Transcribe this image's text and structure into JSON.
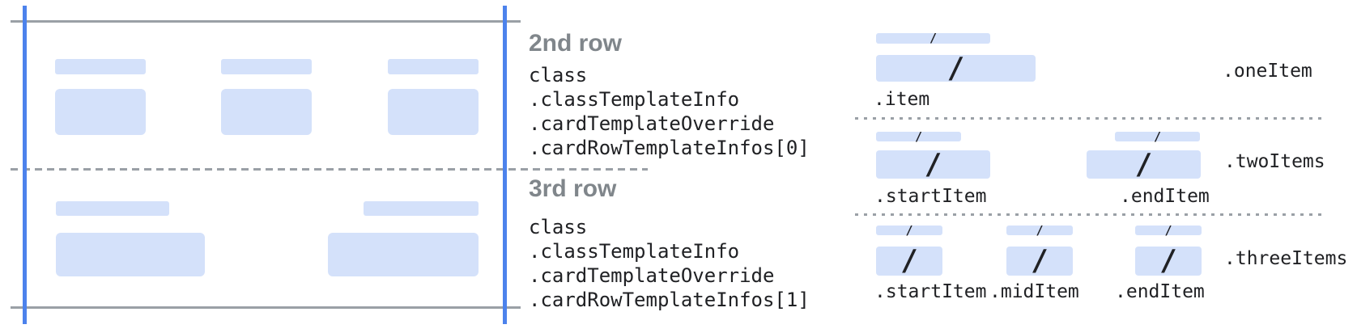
{
  "colors": {
    "guide_blue": "#4C82EC",
    "bar_fill": "#D4E1FA",
    "line_gray": "#9AA0A6",
    "title_gray": "#80868B",
    "text_dark": "#202124"
  },
  "slash": "/",
  "annotations": {
    "row2": {
      "title": "2nd row",
      "path": [
        "class",
        ".classTemplateInfo",
        ".cardTemplateOverride",
        ".cardRowTemplateInfos[0]"
      ]
    },
    "row3": {
      "title": "3rd row",
      "path": [
        "class",
        ".classTemplateInfo",
        ".cardTemplateOverride",
        ".cardRowTemplateInfos[1]"
      ]
    }
  },
  "layouts": {
    "one": {
      "name": ".oneItem",
      "item": ".item"
    },
    "two": {
      "name": ".twoItems",
      "start": ".startItem",
      "end": ".endItem"
    },
    "three": {
      "name": ".threeItems",
      "start": ".startItem",
      "mid": ".midItem",
      "end": ".endItem"
    }
  }
}
